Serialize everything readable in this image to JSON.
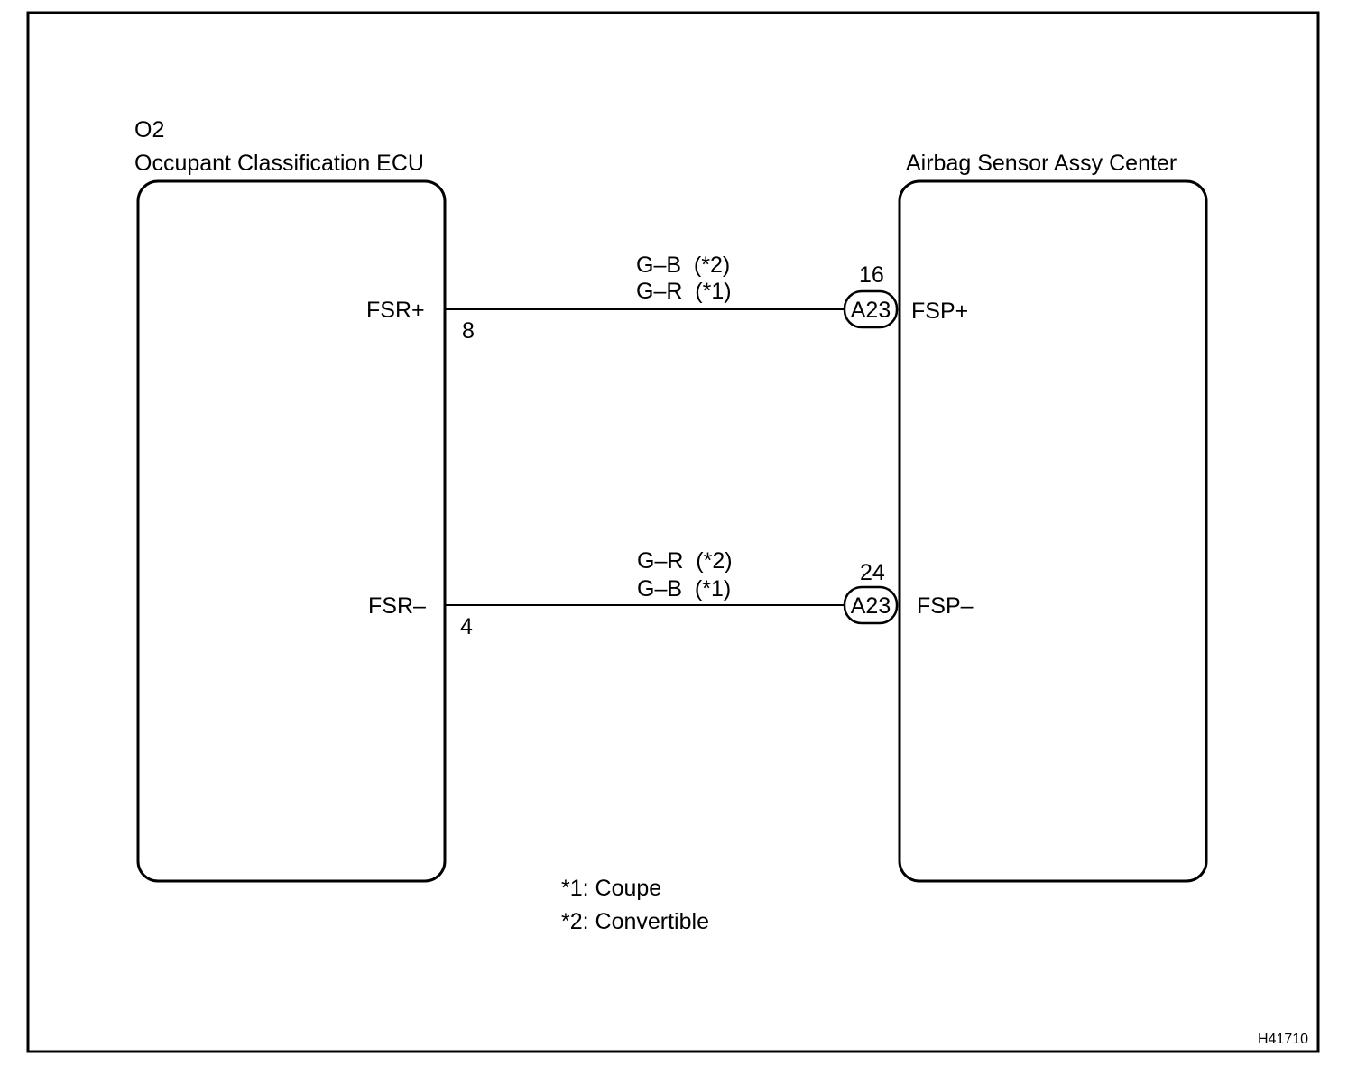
{
  "ecu_left": {
    "code": "O2",
    "name": "Occupant Classification ECU"
  },
  "ecu_right": {
    "name": "Airbag Sensor Assy Center"
  },
  "circuits": [
    {
      "left_terminal": "FSR+",
      "left_pin": "8",
      "wire_line1": "G–B  (*2)",
      "wire_line2": "G–R  (*1)",
      "connector": "A23",
      "right_pin": "16",
      "right_terminal": "FSP+"
    },
    {
      "left_terminal": "FSR–",
      "left_pin": "4",
      "wire_line1": "G–R  (*2)",
      "wire_line2": "G–B  (*1)",
      "connector": "A23",
      "right_pin": "24",
      "right_terminal": "FSP–"
    }
  ],
  "notes": [
    "*1: Coupe",
    "*2: Convertible"
  ],
  "figure_code": "H41710"
}
